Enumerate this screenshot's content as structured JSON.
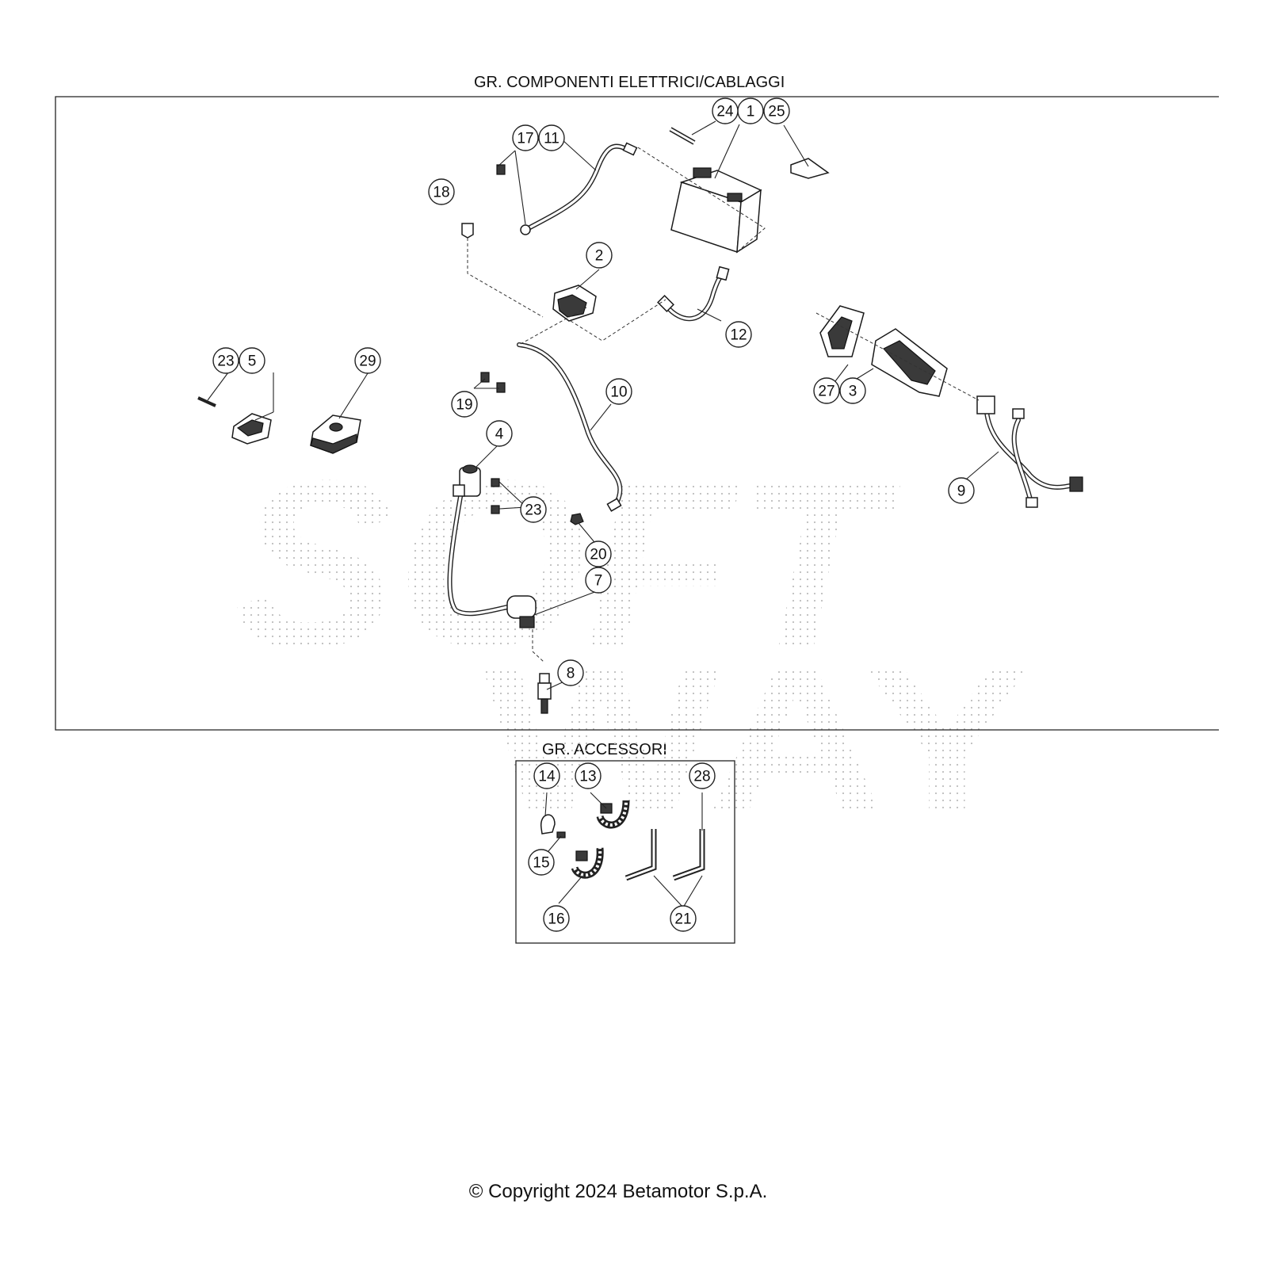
{
  "groups": {
    "electrical_title": "GR. COMPONENTI ELETTRICI/CABLAGGI",
    "accessories_title": "GR. ACCESSORI"
  },
  "watermark": "SOFTWAY",
  "copyright": "© Copyright 2024 Betamotor S.p.A.",
  "callouts": [
    "1",
    "2",
    "3",
    "4",
    "5",
    "7",
    "8",
    "9",
    "10",
    "11",
    "12",
    "13",
    "14",
    "15",
    "16",
    "17",
    "18",
    "19",
    "20",
    "21",
    "23",
    "24",
    "25",
    "27",
    "28",
    "29"
  ]
}
